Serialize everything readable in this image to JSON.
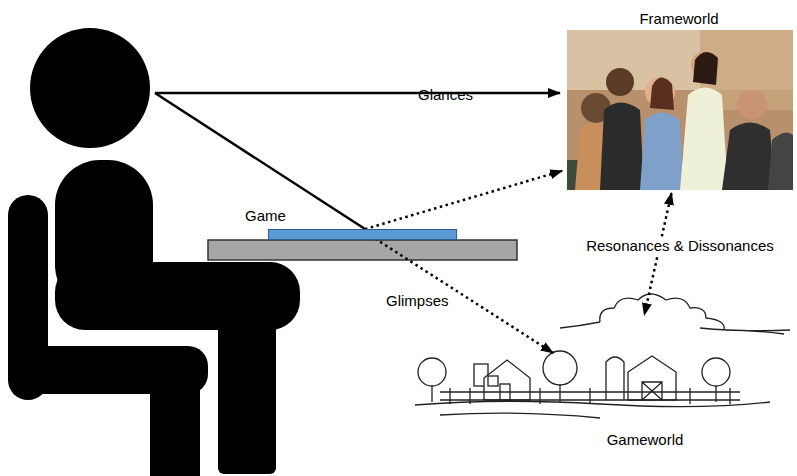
{
  "diagram": {
    "nodes": [
      {
        "text": [
          "Frameworld"
        ]
      },
      {
        "text": [
          "Game"
        ]
      },
      {
        "text": [
          "Gameworld"
        ]
      }
    ],
    "edges": [
      {
        "from": 1,
        "to": 0,
        "arrow": "to",
        "label": "Glances"
      },
      {
        "from": 1,
        "to": 2,
        "arrow": "to",
        "label": "Glimpses"
      },
      {
        "from": 0,
        "to": 2,
        "arrow": "both",
        "label": "Resonances & Dissonances"
      }
    ]
  }
}
